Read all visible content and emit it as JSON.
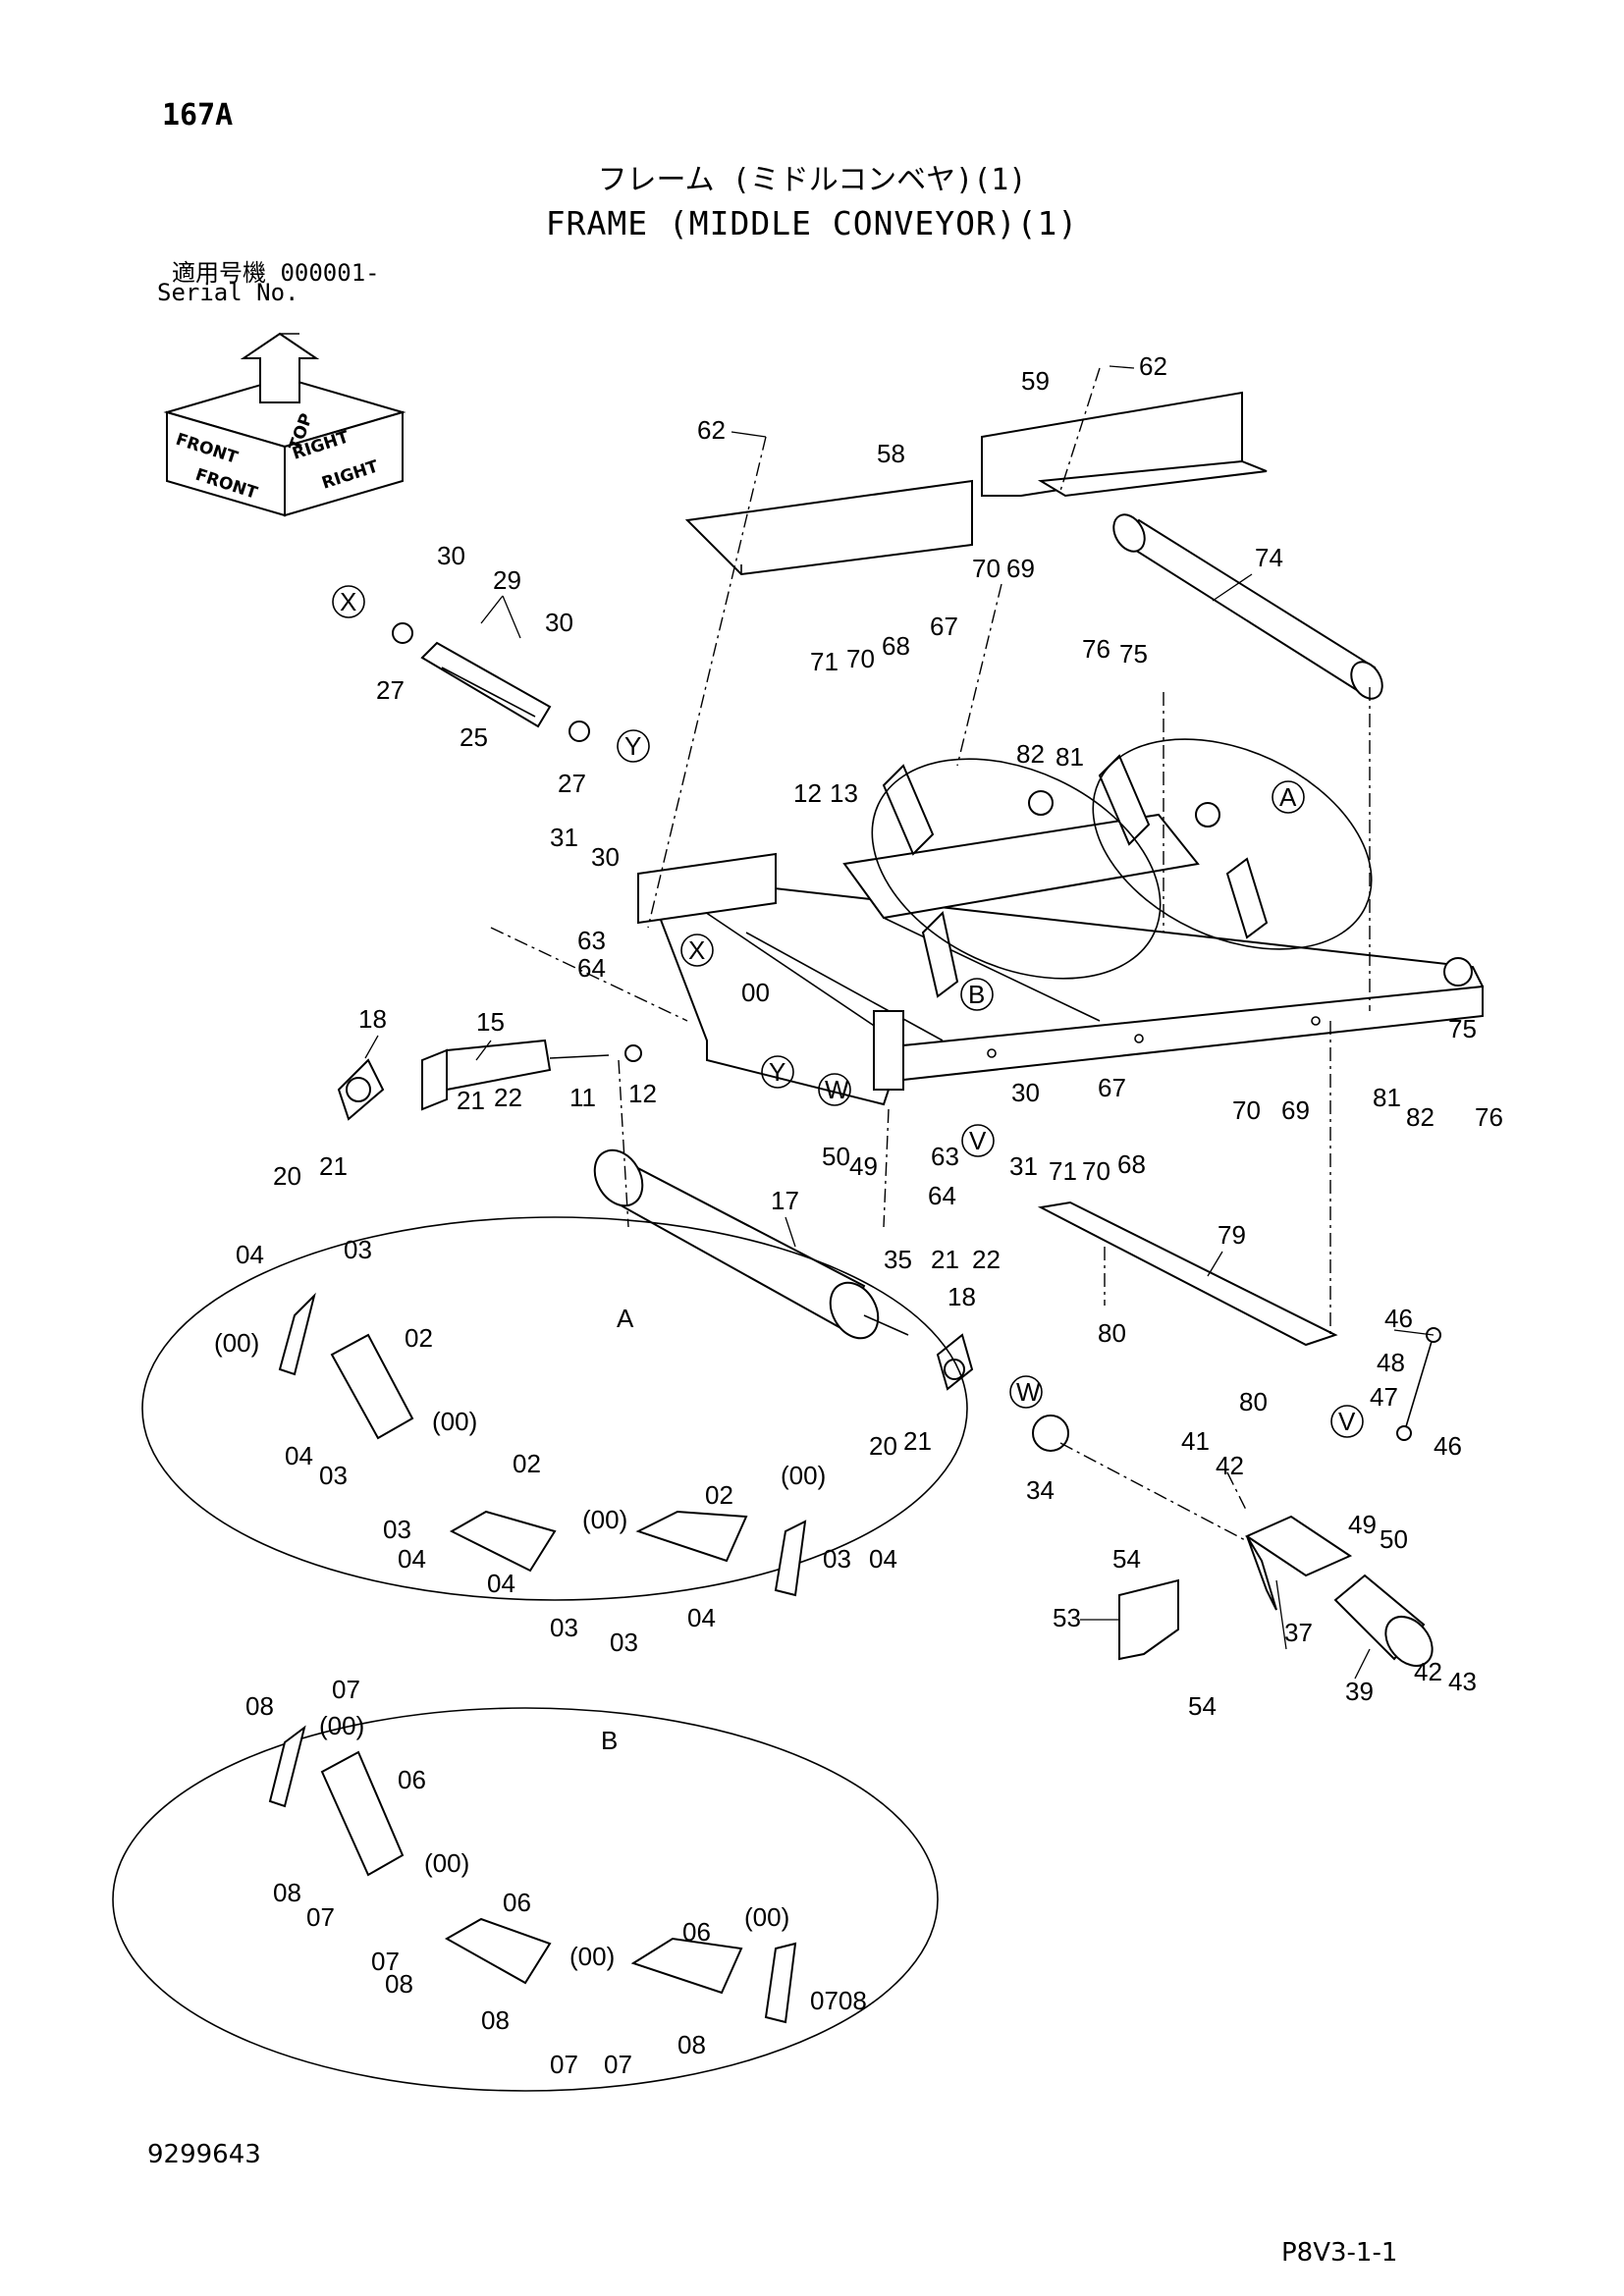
{
  "header": {
    "page_number": "167A",
    "title_jp": "フレーム (ミドルコンベヤ)(1)",
    "title_en": "FRAME (MIDDLE CONVEYOR)(1)",
    "serial_label_jp": "適用号機 000001-",
    "serial_label_en": "Serial No."
  },
  "orientation": {
    "top": "TOP",
    "front": "FRONT",
    "right": "RIGHT"
  },
  "footer": {
    "doc_number": "9299643",
    "sheet_ref": "P8V3-1-1"
  },
  "views": {
    "detail_a": "A",
    "detail_b": "B"
  },
  "refs": {
    "v": "V",
    "w": "W",
    "x": "X",
    "y": "Y"
  },
  "callouts": {
    "c62a": "62",
    "c62b": "62",
    "c59": "59",
    "c58": "58",
    "c74": "74",
    "c70a": "70",
    "c69a": "69",
    "c67a": "67",
    "c71a": "71",
    "c70b": "70",
    "c68a": "68",
    "c76a": "76",
    "c75a": "75",
    "c82a": "82",
    "c81a": "81",
    "c30a": "30",
    "c29": "29",
    "c30b": "30",
    "c27a": "27",
    "c25": "25",
    "c27b": "27",
    "c12a": "12",
    "c13": "13",
    "c31a": "31",
    "c30c": "30",
    "c63a": "63",
    "c64a": "64",
    "c00": "00",
    "c18a": "18",
    "c15": "15",
    "c11": "11",
    "c12b": "12",
    "c21a": "21",
    "c22a": "22",
    "c20a": "20",
    "c21b": "21",
    "c30d": "30",
    "c67b": "67",
    "c75b": "75",
    "c81b": "81",
    "c82b": "82",
    "c76b": "76",
    "c70c": "70",
    "c69b": "69",
    "c50a": "50",
    "c49a": "49",
    "c63b": "63",
    "c31b": "31",
    "c71b": "71",
    "c70d": "70",
    "c68b": "68",
    "c64b": "64",
    "c21c": "21",
    "c22b": "22",
    "c17": "17",
    "c79": "79",
    "c35": "35",
    "c18b": "18",
    "c80a": "80",
    "c80b": "80",
    "c20b": "20",
    "c21d": "21",
    "c34": "34",
    "c41": "41",
    "c42a": "42",
    "c46a": "46",
    "c48": "48",
    "c47": "47",
    "c46b": "46",
    "c54a": "54",
    "c49b": "49",
    "c50b": "50",
    "c53": "53",
    "c37": "37",
    "c39": "39",
    "c42b": "42",
    "c43": "43",
    "c54b": "54",
    "a04a": "04",
    "a03a": "03",
    "a00a": "(00)",
    "a02a": "02",
    "a04b": "04",
    "a03b": "03",
    "a00b": "(00)",
    "a02b": "02",
    "a03c": "03",
    "a04c": "04",
    "a00c": "(00)",
    "a02c": "02",
    "a00d": "(00)",
    "a03d": "03",
    "a04d": "04",
    "a04e": "04",
    "a03e": "03",
    "a03f": "03",
    "a04f": "04",
    "b08a": "08",
    "b07a": "07",
    "b00a": "(00)",
    "b06a": "06",
    "b08b": "08",
    "b07b": "07",
    "b00b": "(00)",
    "b06b": "06",
    "b07c": "07",
    "b08c": "08",
    "b00c": "(00)",
    "b06c": "06",
    "b00d": "(00)",
    "b0708": "0708",
    "b08d": "08",
    "b07d": "07",
    "b07e": "07",
    "b08e": "08"
  }
}
